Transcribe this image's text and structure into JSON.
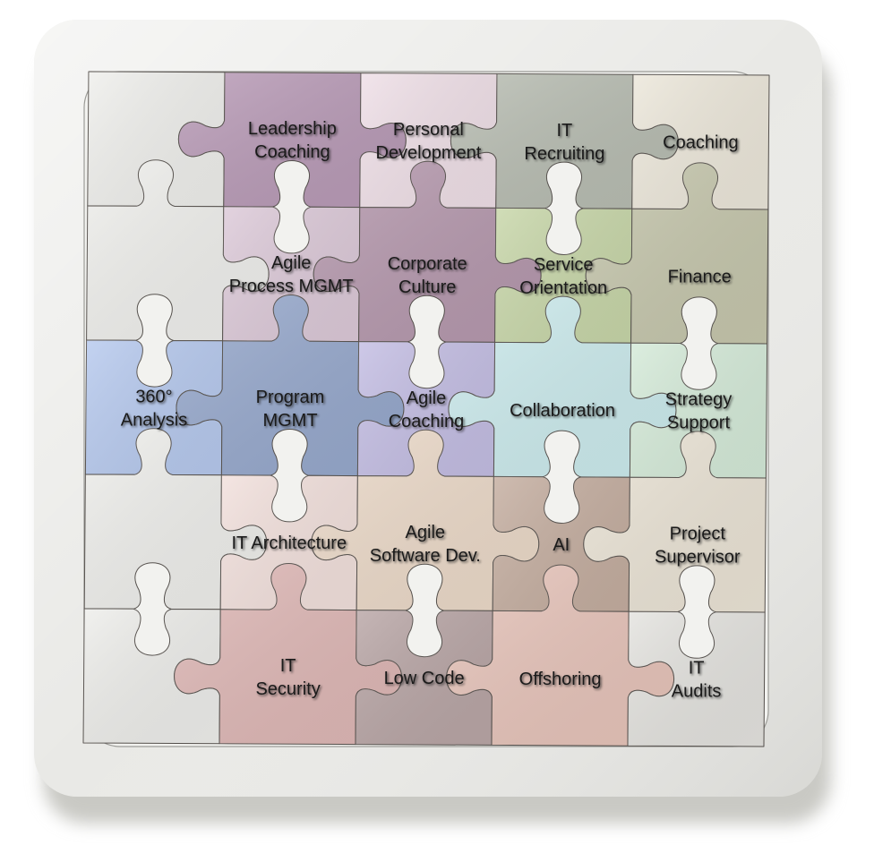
{
  "board": {
    "frame_color": "#e9e9e6",
    "inner_color": "#f2f2ef",
    "shadow_color": "#c9c9c4"
  },
  "pieces": [
    {
      "id": "blank-r0c0",
      "lines": [],
      "color": "#efefec"
    },
    {
      "id": "leadership-coaching",
      "lines": [
        "Leadership",
        "Coaching"
      ],
      "color": "#b99bb7"
    },
    {
      "id": "personal-development",
      "lines": [
        "Personal",
        "Development"
      ],
      "color": "#efdfe7"
    },
    {
      "id": "it-recruiting",
      "lines": [
        "IT",
        "Recruiting"
      ],
      "color": "#b8bdb2"
    },
    {
      "id": "coaching",
      "lines": [
        "Coaching"
      ],
      "color": "#ece7da"
    },
    {
      "id": "blank-r1c0",
      "lines": [],
      "color": "#f0f0ed"
    },
    {
      "id": "agile-process-mgmt",
      "lines": [
        "Agile",
        "Process MGMT"
      ],
      "color": "#dcc9d8"
    },
    {
      "id": "corporate-culture",
      "lines": [
        "Corporate",
        "Culture"
      ],
      "color": "#b699ae"
    },
    {
      "id": "service-orientation",
      "lines": [
        "Service",
        "Orientation"
      ],
      "color": "#c7d6a8"
    },
    {
      "id": "finance",
      "lines": [
        "Finance"
      ],
      "color": "#c6c7ad"
    },
    {
      "id": "analysis-360",
      "lines": [
        "360°",
        "Analysis"
      ],
      "color": "#b6c9ee"
    },
    {
      "id": "program-mgmt",
      "lines": [
        "Program",
        "MGMT"
      ],
      "color": "#97a9cd"
    },
    {
      "id": "agile-coaching",
      "lines": [
        "Agile",
        "Coaching"
      ],
      "color": "#c3bde3"
    },
    {
      "id": "collaboration",
      "lines": [
        "Collaboration"
      ],
      "color": "#ccebed"
    },
    {
      "id": "strategy-support",
      "lines": [
        "Strategy",
        "Support"
      ],
      "color": "#d4ead8"
    },
    {
      "id": "blank-r3c0",
      "lines": [],
      "color": "#efefec"
    },
    {
      "id": "it-architecture",
      "lines": [
        "IT Architecture"
      ],
      "color": "#f2e0dc"
    },
    {
      "id": "agile-software-dev",
      "lines": [
        "Agile",
        "Software Dev."
      ],
      "color": "#ecdac9"
    },
    {
      "id": "ai",
      "lines": [
        "AI"
      ],
      "color": "#c4ad9f"
    },
    {
      "id": "project-supervisor",
      "lines": [
        "Project",
        "Supervisor"
      ],
      "color": "#ebe4d6"
    },
    {
      "id": "blank-r4c0",
      "lines": [],
      "color": "#eeeeeb"
    },
    {
      "id": "it-security",
      "lines": [
        "IT",
        "Security"
      ],
      "color": "#dfb8b6"
    },
    {
      "id": "low-code",
      "lines": [
        "Low Code"
      ],
      "color": "#b9a6a6"
    },
    {
      "id": "offshoring",
      "lines": [
        "Offshoring"
      ],
      "color": "#e7c4ba"
    },
    {
      "id": "it-audits",
      "lines": [
        "IT",
        "Audits"
      ],
      "color": "#e4e3df"
    }
  ]
}
